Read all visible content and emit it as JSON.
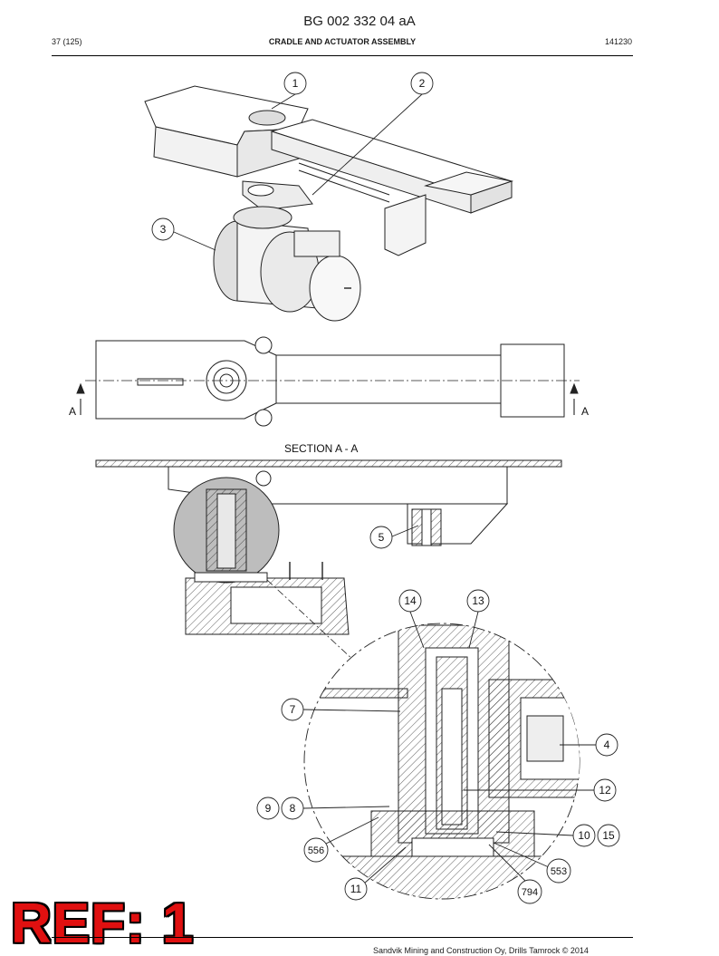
{
  "header": {
    "doc_number": "BG 002 332 04 aA",
    "page_ref": "37 (125)",
    "title": "CRADLE AND ACTUATOR ASSEMBLY",
    "code": "141230"
  },
  "drawing": {
    "section_marker": "A",
    "section_title": "SECTION A - A",
    "callouts": [
      "1",
      "2",
      "3",
      "5",
      "14",
      "13",
      "7",
      "4",
      "12",
      "9",
      "8",
      "10",
      "15",
      "556",
      "553",
      "11",
      "794"
    ]
  },
  "stamp": {
    "text": "REF: 1",
    "color": "#e01010"
  },
  "footer": {
    "copyright": "Sandvik Mining and Construction Oy, Drills Tamrock © 2014"
  }
}
